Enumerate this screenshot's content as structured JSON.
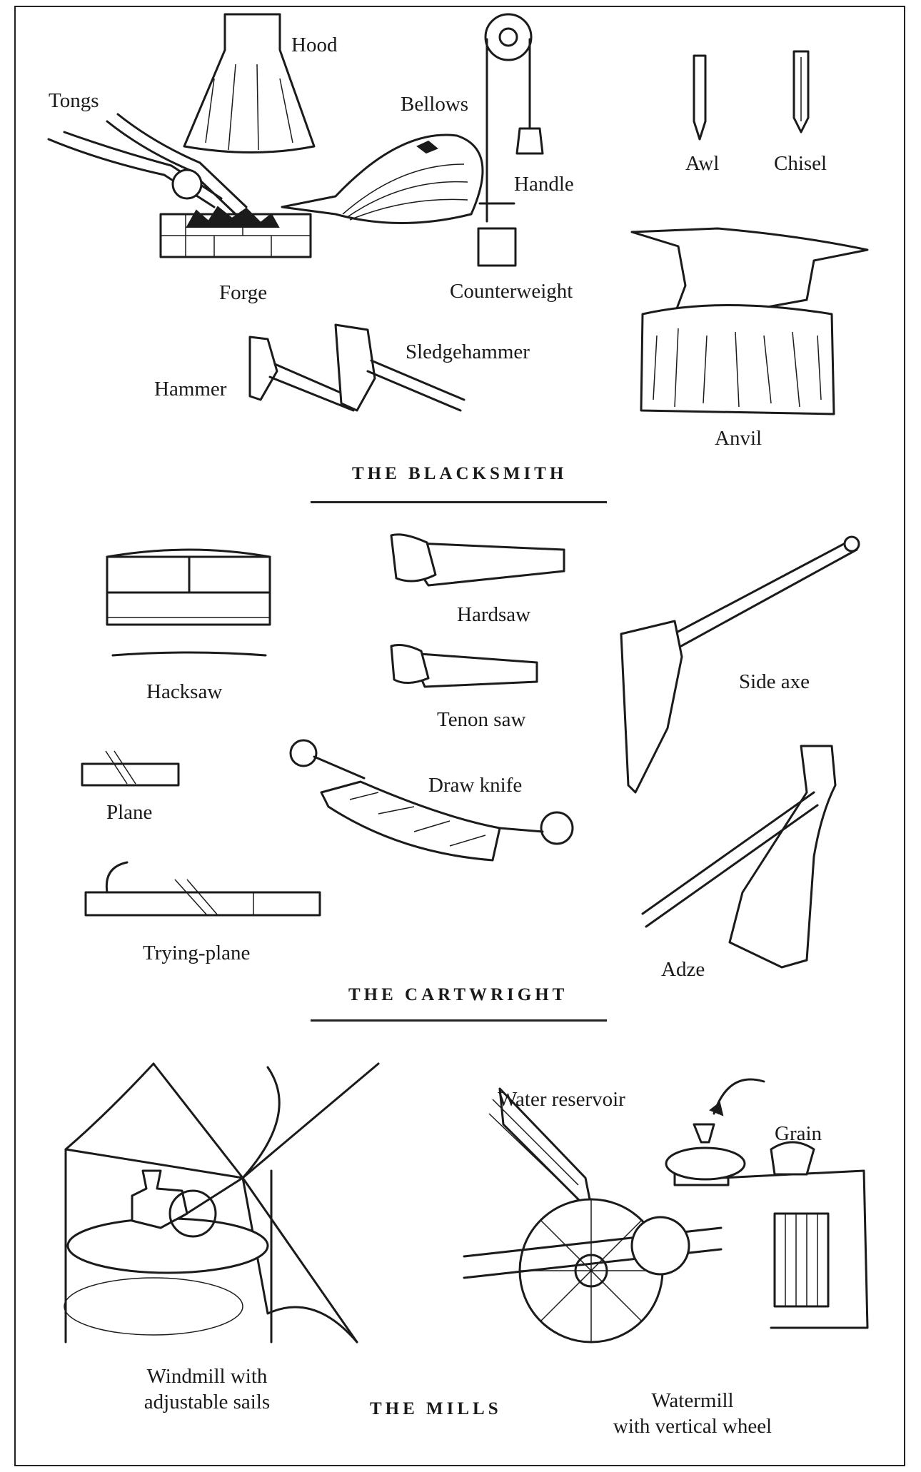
{
  "sections": {
    "blacksmith": "THE BLACKSMITH",
    "cartwright": "THE CARTWRIGHT",
    "mills": "THE MILLS"
  },
  "blacksmith_labels": {
    "hood": "Hood",
    "tongs": "Tongs",
    "bellows": "Bellows",
    "handle": "Handle",
    "awl": "Awl",
    "chisel": "Chisel",
    "forge": "Forge",
    "counterweight": "Counterweight",
    "sledgehammer": "Sledgehammer",
    "hammer": "Hammer",
    "anvil": "Anvil"
  },
  "cartwright_labels": {
    "hacksaw": "Hacksaw",
    "hardsaw": "Hardsaw",
    "tenon_saw": "Tenon saw",
    "side_axe": "Side axe",
    "plane": "Plane",
    "draw_knife": "Draw knife",
    "trying_plane": "Trying-plane",
    "adze": "Adze"
  },
  "mills_labels": {
    "water_reservoir": "Water reservoir",
    "grain": "Grain",
    "windmill_line1": "Windmill with",
    "windmill_line2": "adjustable sails",
    "watermill_line1": "Watermill",
    "watermill_line2": "with vertical wheel"
  },
  "colors": {
    "ink": "#1b1b1b",
    "paper": "#ffffff",
    "border": "#222222"
  }
}
